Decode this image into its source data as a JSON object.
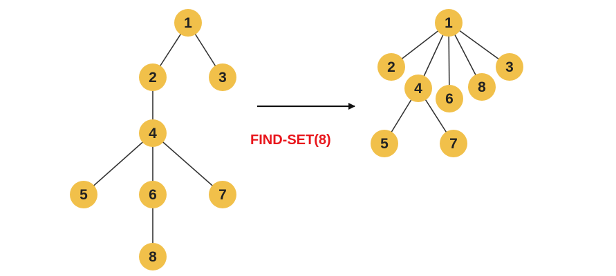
{
  "colors": {
    "node_fill": "#F1C04A",
    "node_text": "#222222",
    "edge": "#333333",
    "arrow": "#111111",
    "operation": "#E8151B"
  },
  "operation": {
    "label": "FIND-SET(8)"
  },
  "before_tree": {
    "nodes": [
      "1",
      "2",
      "3",
      "4",
      "5",
      "6",
      "7",
      "8"
    ],
    "edges": [
      [
        "1",
        "2"
      ],
      [
        "1",
        "3"
      ],
      [
        "2",
        "4"
      ],
      [
        "4",
        "5"
      ],
      [
        "4",
        "6"
      ],
      [
        "4",
        "7"
      ],
      [
        "6",
        "8"
      ]
    ]
  },
  "after_tree": {
    "nodes": [
      "1",
      "2",
      "3",
      "4",
      "5",
      "6",
      "7",
      "8"
    ],
    "edges": [
      [
        "1",
        "2"
      ],
      [
        "1",
        "4"
      ],
      [
        "1",
        "6"
      ],
      [
        "1",
        "8"
      ],
      [
        "1",
        "3"
      ],
      [
        "4",
        "5"
      ],
      [
        "4",
        "7"
      ]
    ]
  }
}
